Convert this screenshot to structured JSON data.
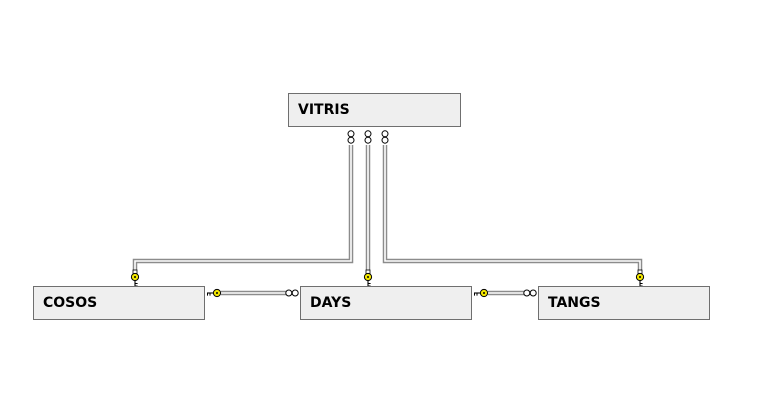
{
  "diagram": {
    "tables": [
      {
        "id": "vitris",
        "name": "VITRIS"
      },
      {
        "id": "cosos",
        "name": "COSOS"
      },
      {
        "id": "days",
        "name": "DAYS"
      },
      {
        "id": "tangs",
        "name": "TANGS"
      }
    ],
    "relationships": [
      {
        "one": "COSOS",
        "many": "VITRIS"
      },
      {
        "one": "DAYS",
        "many": "VITRIS"
      },
      {
        "one": "TANGS",
        "many": "VITRIS"
      },
      {
        "one": "COSOS",
        "many": "DAYS"
      },
      {
        "one": "DAYS",
        "many": "TANGS"
      }
    ],
    "colors": {
      "table_fill": "#efefef",
      "table_border": "#6f6f6f",
      "line": "#8c8c8c",
      "key_symbol": "#f2e600",
      "key_outline": "#000000"
    },
    "symbols": {
      "one_end": "key-icon",
      "many_end": "infinity-icon"
    }
  }
}
